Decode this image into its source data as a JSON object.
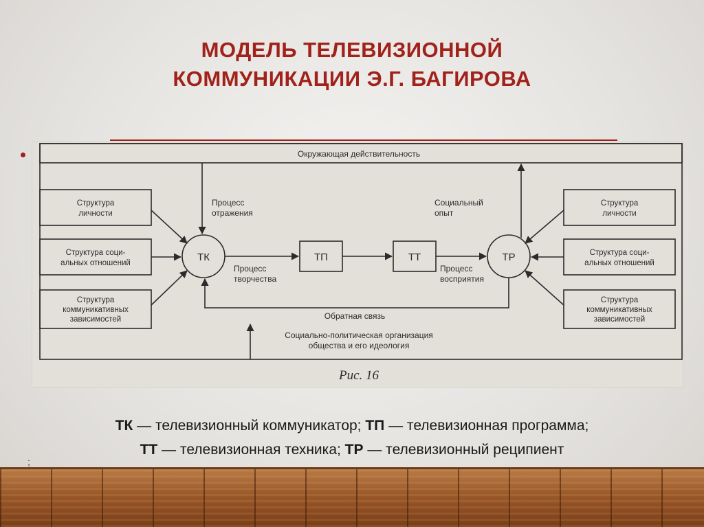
{
  "title": {
    "line1": "МОДЕЛЬ ТЕЛЕВИЗИОННОЙ",
    "line2": "КОММУНИКАЦИИ Э.Г. БАГИРОВА"
  },
  "diagram": {
    "top_box": "Окружающая действительность",
    "left_boxes": [
      [
        "Структура",
        "личности"
      ],
      [
        "Структура соци-",
        "альных отношений"
      ],
      [
        "Структура",
        "коммуникативных",
        "зависимостей"
      ]
    ],
    "right_boxes": [
      [
        "Структура",
        "личности"
      ],
      [
        "Структура соци-",
        "альных отношений"
      ],
      [
        "Структура",
        "коммуникативных",
        "зависимостей"
      ]
    ],
    "nodes": {
      "tk": "ТК",
      "tp": "ТП",
      "tt": "ТТ",
      "tr": "ТР"
    },
    "labels": {
      "reflection": [
        "Процесс",
        "отражения"
      ],
      "creativity": [
        "Процесс",
        "творчества"
      ],
      "social_experience": [
        "Социальный",
        "опыт"
      ],
      "perception": [
        "Процесс",
        "восприятия"
      ],
      "feedback": "Обратная связь",
      "organization": [
        "Социально-политическая организация",
        "общества и его идеология"
      ]
    },
    "caption": "Рис. 16"
  },
  "legend": {
    "tk_abbr": "ТК",
    "tk_text": " — телевизионный коммуникатор; ",
    "tp_abbr": "ТП",
    "tp_text": " — телевизионная программа;",
    "tt_abbr": "ТТ",
    "tt_text": " — телевизионная техника; ",
    "tr_abbr": "ТР",
    "tr_text": " — телевизионный реципиент"
  },
  "stray_mark": ";",
  "colors": {
    "title": "#a0221b",
    "diagram_ink": "#2b2b2b"
  }
}
